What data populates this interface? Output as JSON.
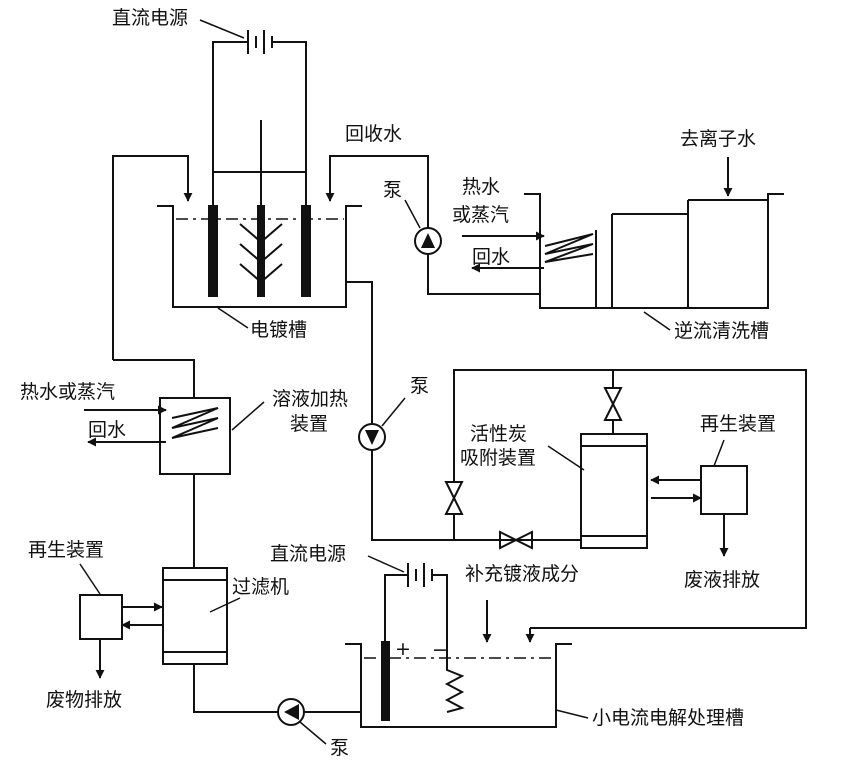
{
  "labels": {
    "dc_power_top": "直流电源",
    "recovered_water": "回收水",
    "deionized_water": "去离子水",
    "pump_top": "泵",
    "hot_water_or_steam_top": "热水\n或蒸汽",
    "return_water_top": "回水",
    "plating_tank": "电镀槽",
    "countercurrent_rinse_tank": "逆流清洗槽",
    "hot_water_or_steam_left": "热水或蒸汽",
    "return_water_left": "回水",
    "solution_heating_device": "溶液加热\n装置",
    "pump_middle": "泵",
    "activated_carbon_adsorber": "活性炭\n吸附装置",
    "regeneration_device_right": "再生装置",
    "waste_liquid_discharge": "废液排放",
    "regeneration_device_left": "再生装置",
    "filter": "过滤机",
    "waste_discharge": "废物排放",
    "dc_power_bottom": "直流电源",
    "supplement_plating_components": "补充镀液成分",
    "plus_sign": "+",
    "minus_sign": "−",
    "pump_bottom": "泵",
    "low_current_electrolysis_tank": "小电流电解处理槽"
  }
}
